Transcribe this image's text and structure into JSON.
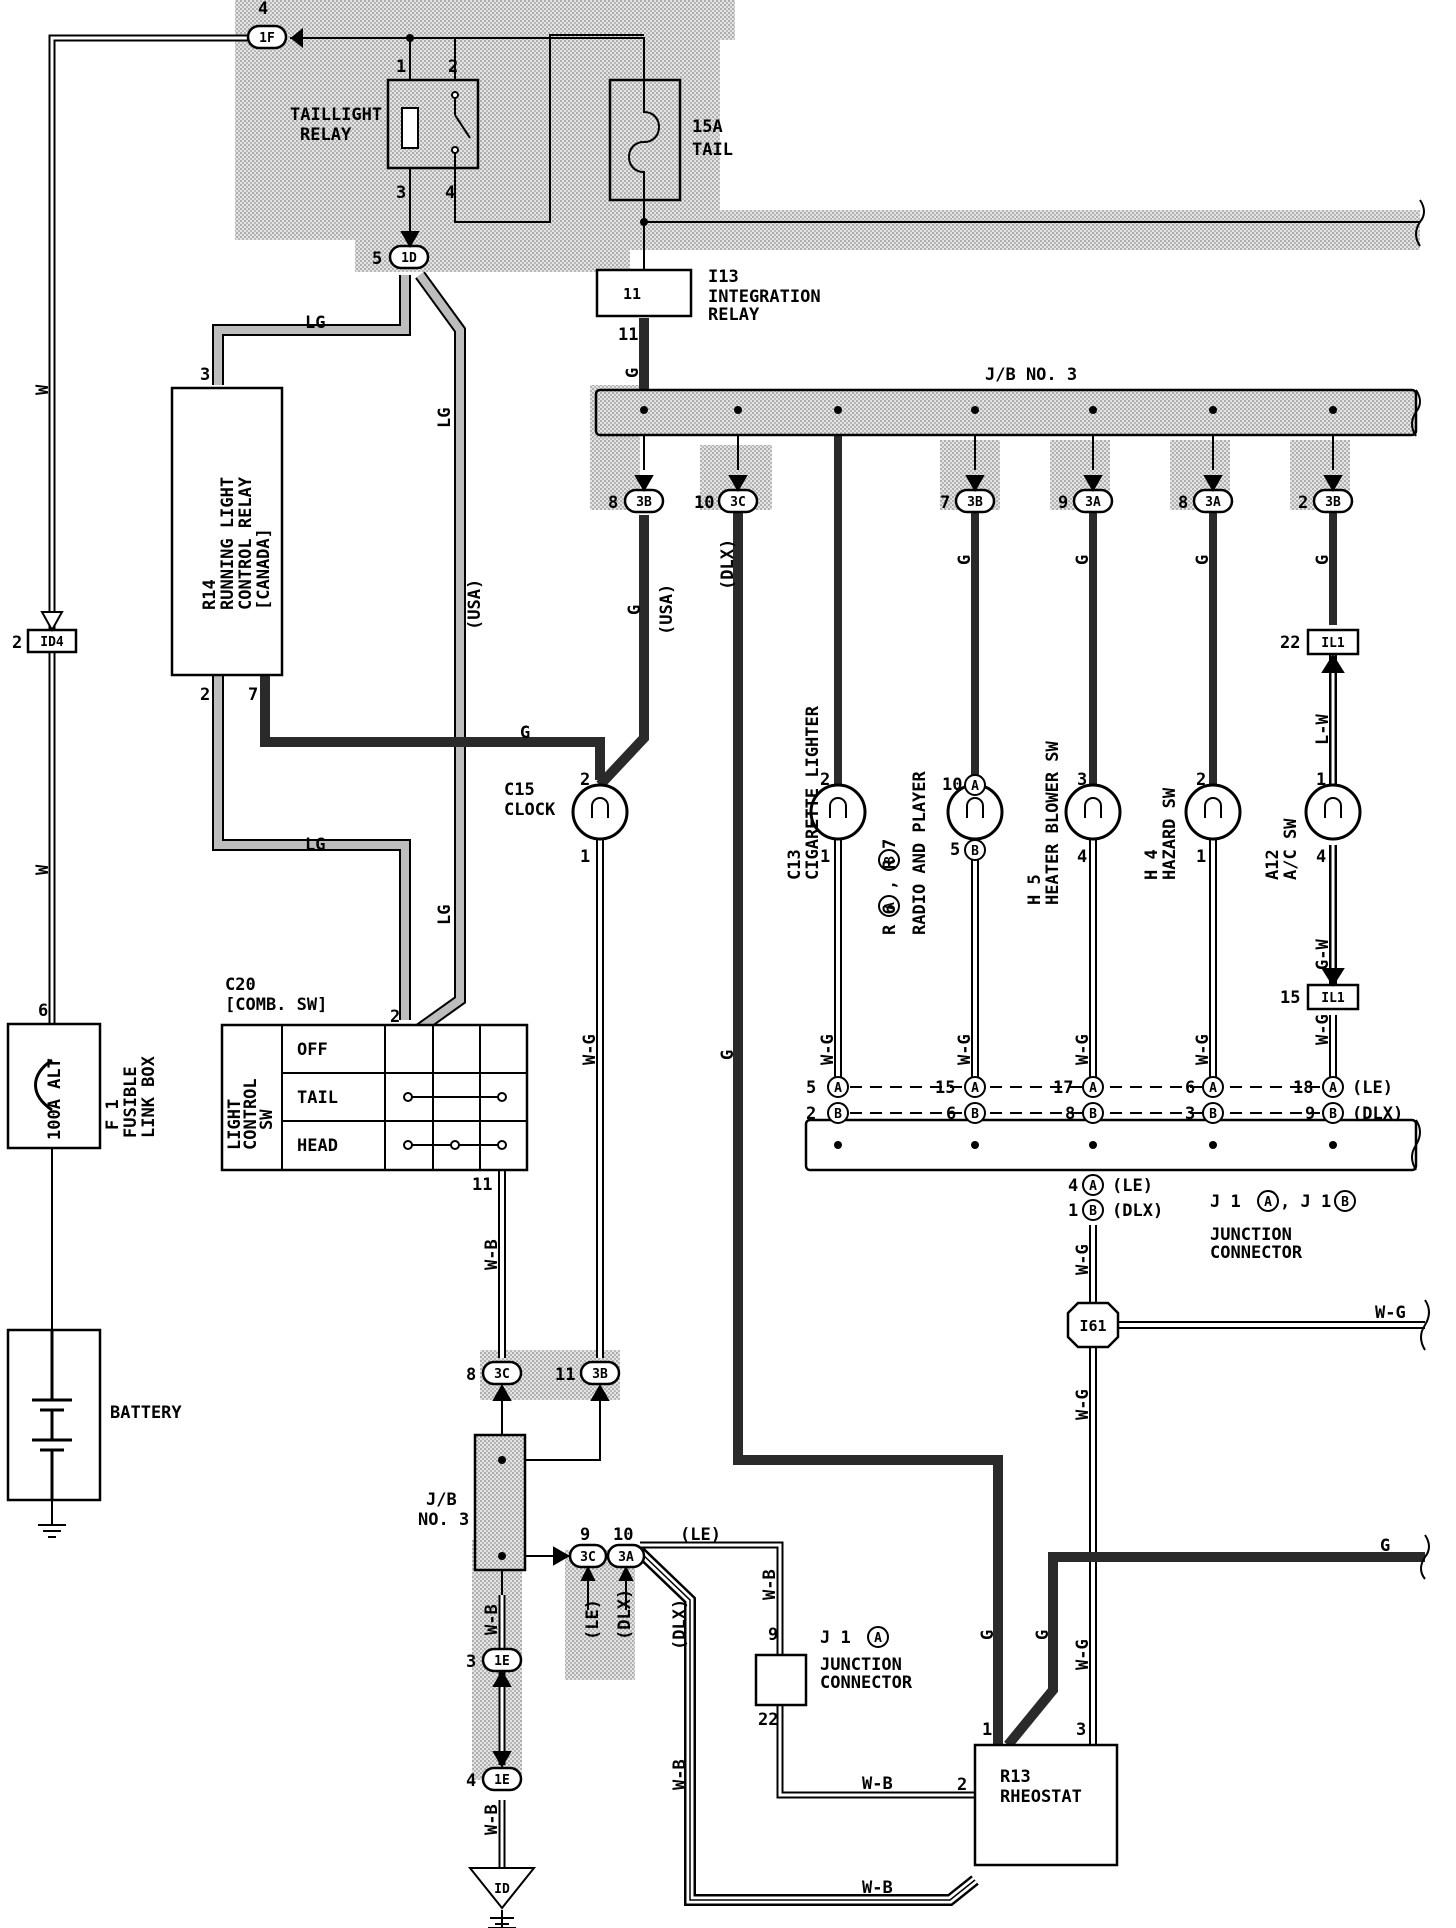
{
  "colors": {
    "shade": "#c9c9c9",
    "wire_g": "#2a2a2a",
    "wire_lg": "#bdbdbd",
    "ink": "#000000"
  },
  "fuse_tail": {
    "rating": "15A",
    "name": "TAIL"
  },
  "taillight_relay": {
    "line1": "TAILLIGHT",
    "line2": "RELAY",
    "pin1": "1",
    "pin2": "2",
    "pin3": "3",
    "pin4": "4"
  },
  "integration_relay": {
    "code": "I13",
    "line1": "INTEGRATION",
    "line2": "RELAY",
    "box_pin": "11",
    "pin": "11"
  },
  "connectors": {
    "c1F": "1F",
    "c1F_pin": "4",
    "c1D": "1D",
    "c1D_pin": "5",
    "cID4": "ID4",
    "cID4_pin": "2",
    "c3B_8": "3B",
    "c3B_8_pin": "8",
    "c3C_10": "3C",
    "c3C_10_pin": "10",
    "c3B_7": "3B",
    "c3B_7_pin": "7",
    "c3A_9": "3A",
    "c3A_9_pin": "9",
    "c3A_8": "3A",
    "c3A_8_pin": "8",
    "c3B_2": "3B",
    "c3B_2_pin": "2",
    "cIL1_22": "IL1",
    "cIL1_22_pin": "22",
    "cIL1_15": "IL1",
    "cIL1_15_pin": "15",
    "c3C_8": "3C",
    "c3C_8_pin": "8",
    "c3B_11": "3B",
    "c3B_11_pin": "11",
    "c3C_9": "3C",
    "c3C_9_pin": "9",
    "c3A_10": "3A",
    "c3A_10_pin": "10",
    "c1E_3": "1E",
    "c1E_3_pin": "3",
    "c1E_4": "1E",
    "c1E_4_pin": "4",
    "cI61": "I61",
    "ground_ID": "ID"
  },
  "jb3_top": {
    "label": "J/B NO. 3"
  },
  "jb3_bottom": {
    "line1": "J/B",
    "line2": "NO. 3"
  },
  "running_light_relay": {
    "code": "R14",
    "line1": "RUNNING LIGHT",
    "line2": "CONTROL RELAY",
    "line3": "[CANADA]",
    "pin3": "3",
    "pin2": "2",
    "pin7": "7"
  },
  "fusible_link_box": {
    "fuse": "100A ALT",
    "code": "F 1",
    "line1": "FUSIBLE",
    "line2": "LINK BOX",
    "pin": "6"
  },
  "battery": {
    "label": "BATTERY"
  },
  "clock": {
    "code": "C15",
    "name": "CLOCK",
    "pin_top": "2",
    "pin_bottom": "1"
  },
  "comb_sw": {
    "code": "C20",
    "sub": "[COMB. SW]",
    "pin2": "2",
    "pin11": "11",
    "side1": "LIGHT",
    "side2": "CONTROL",
    "side3": "SW",
    "rows": [
      "OFF",
      "TAIL",
      "HEAD"
    ]
  },
  "loads": [
    {
      "code": "C13",
      "name": "CIGARETTE LIGHTER",
      "pin_top": "2",
      "pin_bottom": "1"
    },
    {
      "code": "R 6",
      "code2": ", R 7",
      "name": "RADIO AND PLAYER",
      "pin_top": "10",
      "pin_bottom": "5",
      "top_ring": "A",
      "bottom_ring": "B",
      "code_ring1": "A",
      "code_ring2": "B"
    },
    {
      "code": "H 5",
      "name": "HEATER BLOWER SW",
      "pin_top": "3",
      "pin_bottom": "4"
    },
    {
      "code": "H 4",
      "name": "HAZARD SW",
      "pin_top": "2",
      "pin_bottom": "1"
    },
    {
      "code": "A12",
      "name": "A/C SW",
      "pin_top": "1",
      "pin_bottom": "4"
    }
  ],
  "junction_j1": {
    "row_a": [
      "5",
      "15",
      "17",
      "6",
      "18"
    ],
    "row_b": [
      "2",
      "6",
      "8",
      "3",
      "9"
    ],
    "ring_a": "A",
    "ring_b": "B",
    "tag_le": "(LE)",
    "tag_dlx": "(DLX)",
    "out_a": "4",
    "out_b": "1",
    "title_prefix": "J 1",
    "title_mid": ", J 1",
    "title_ring1": "A",
    "title_ring2": "B",
    "name1": "JUNCTION",
    "name2": "CONNECTOR"
  },
  "junction_j1a": {
    "title_prefix": "J 1",
    "title_ring": "A",
    "name1": "JUNCTION",
    "name2": "CONNECTOR",
    "pin_top": "9",
    "pin_bottom": "22"
  },
  "rheostat": {
    "code": "R13",
    "name": "RHEOSTAT",
    "pin1": "1",
    "pin2": "2",
    "pin3": "3"
  },
  "wire_labels": {
    "w": "W",
    "lg": "LG",
    "g": "G",
    "wg": "W-G",
    "wb": "W-B",
    "lw": "L-W",
    "gw": "G-W",
    "usa": "(USA)",
    "dlx": "(DLX)",
    "le": "(LE)"
  }
}
